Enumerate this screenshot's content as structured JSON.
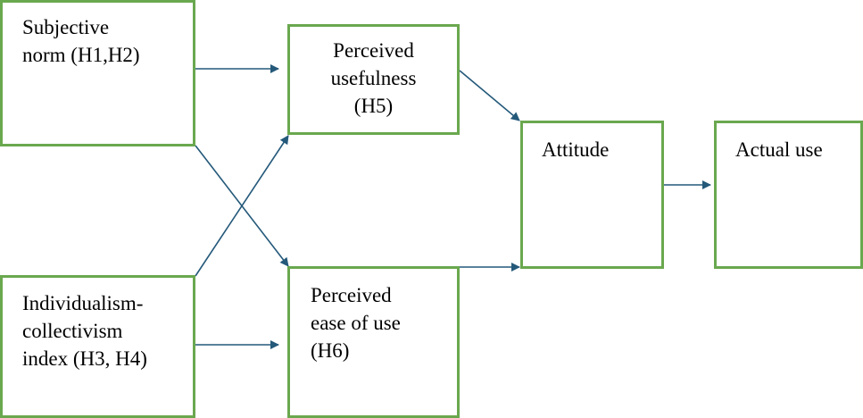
{
  "diagram": {
    "nodes": {
      "subjective_norm": {
        "text": "Subjective\nnorm (H1,H2)"
      },
      "perceived_usefulness": {
        "text": "Perceived\nusefulness\n(H5)"
      },
      "attitude": {
        "text": "Attitude"
      },
      "actual_use": {
        "text": "Actual use"
      },
      "individualism_collectivism": {
        "text": "Individualism-\ncollectivism\nindex (H3, H4)"
      },
      "perceived_ease_of_use": {
        "text": "Perceived\nease of use\n(H6)"
      }
    },
    "edges": [
      {
        "from": "subjective_norm",
        "to": "perceived_usefulness"
      },
      {
        "from": "subjective_norm",
        "to": "perceived_ease_of_use"
      },
      {
        "from": "individualism_collectivism",
        "to": "perceived_usefulness"
      },
      {
        "from": "individualism_collectivism",
        "to": "perceived_ease_of_use"
      },
      {
        "from": "perceived_usefulness",
        "to": "attitude"
      },
      {
        "from": "perceived_ease_of_use",
        "to": "attitude"
      },
      {
        "from": "attitude",
        "to": "actual_use"
      }
    ],
    "colors": {
      "box_border": "#6aa84f",
      "arrow": "#24597a",
      "text": "#000000"
    }
  }
}
